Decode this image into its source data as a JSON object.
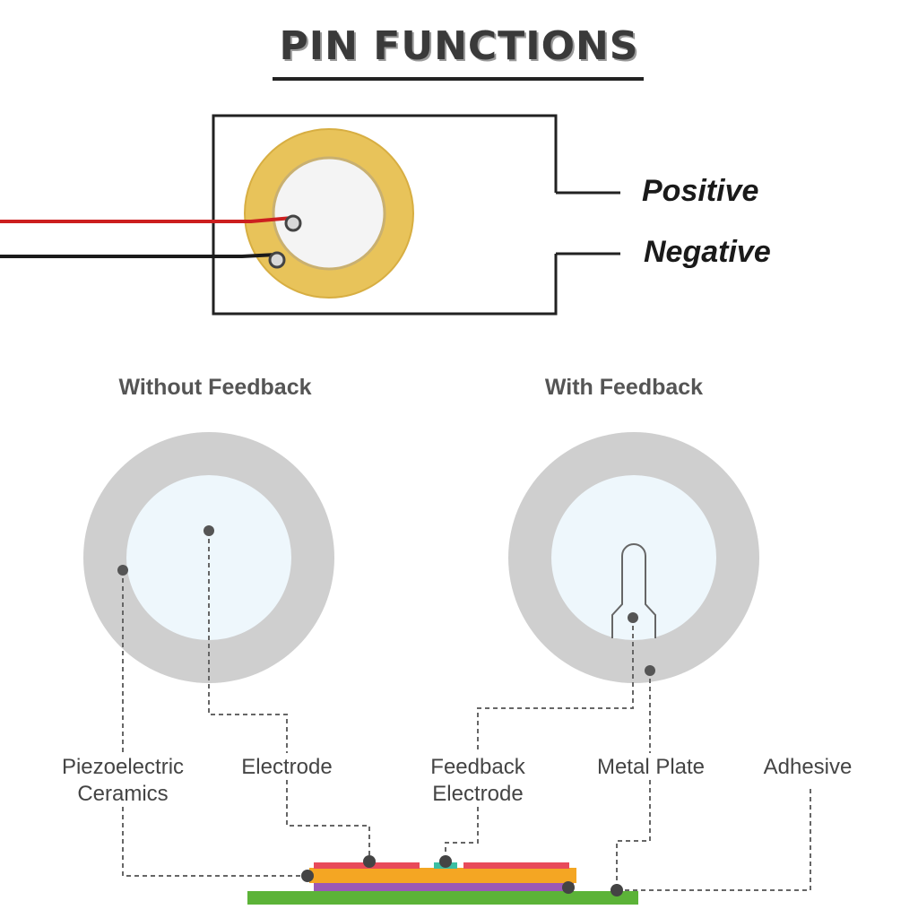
{
  "title": "PIN FUNCTIONS",
  "pins": {
    "positive": "Positive",
    "negative": "Negative",
    "positive_wire_color": "#cc1f1f",
    "negative_wire_color": "#1a1a1a"
  },
  "diagrams": {
    "without_feedback": "Without Feedback",
    "with_feedback": "With Feedback"
  },
  "layers": {
    "piezo_line1": "Piezoelectric",
    "piezo_line2": "Ceramics",
    "electrode": "Electrode",
    "feedback_line1": "Feedback",
    "feedback_line2": "Electrode",
    "metal_plate": "Metal Plate",
    "adhesive": "Adhesive"
  },
  "colors": {
    "brass": "#e8c35a",
    "ceramic": "#f4f4f4",
    "plate_grey": "#cfcfcf",
    "electrode_fill": "#eef7fc",
    "layer_red": "#e84a5a",
    "layer_orange": "#f4a623",
    "layer_purple": "#9b59b6",
    "layer_green": "#5cb338",
    "layer_teal": "#3bbfa3"
  }
}
